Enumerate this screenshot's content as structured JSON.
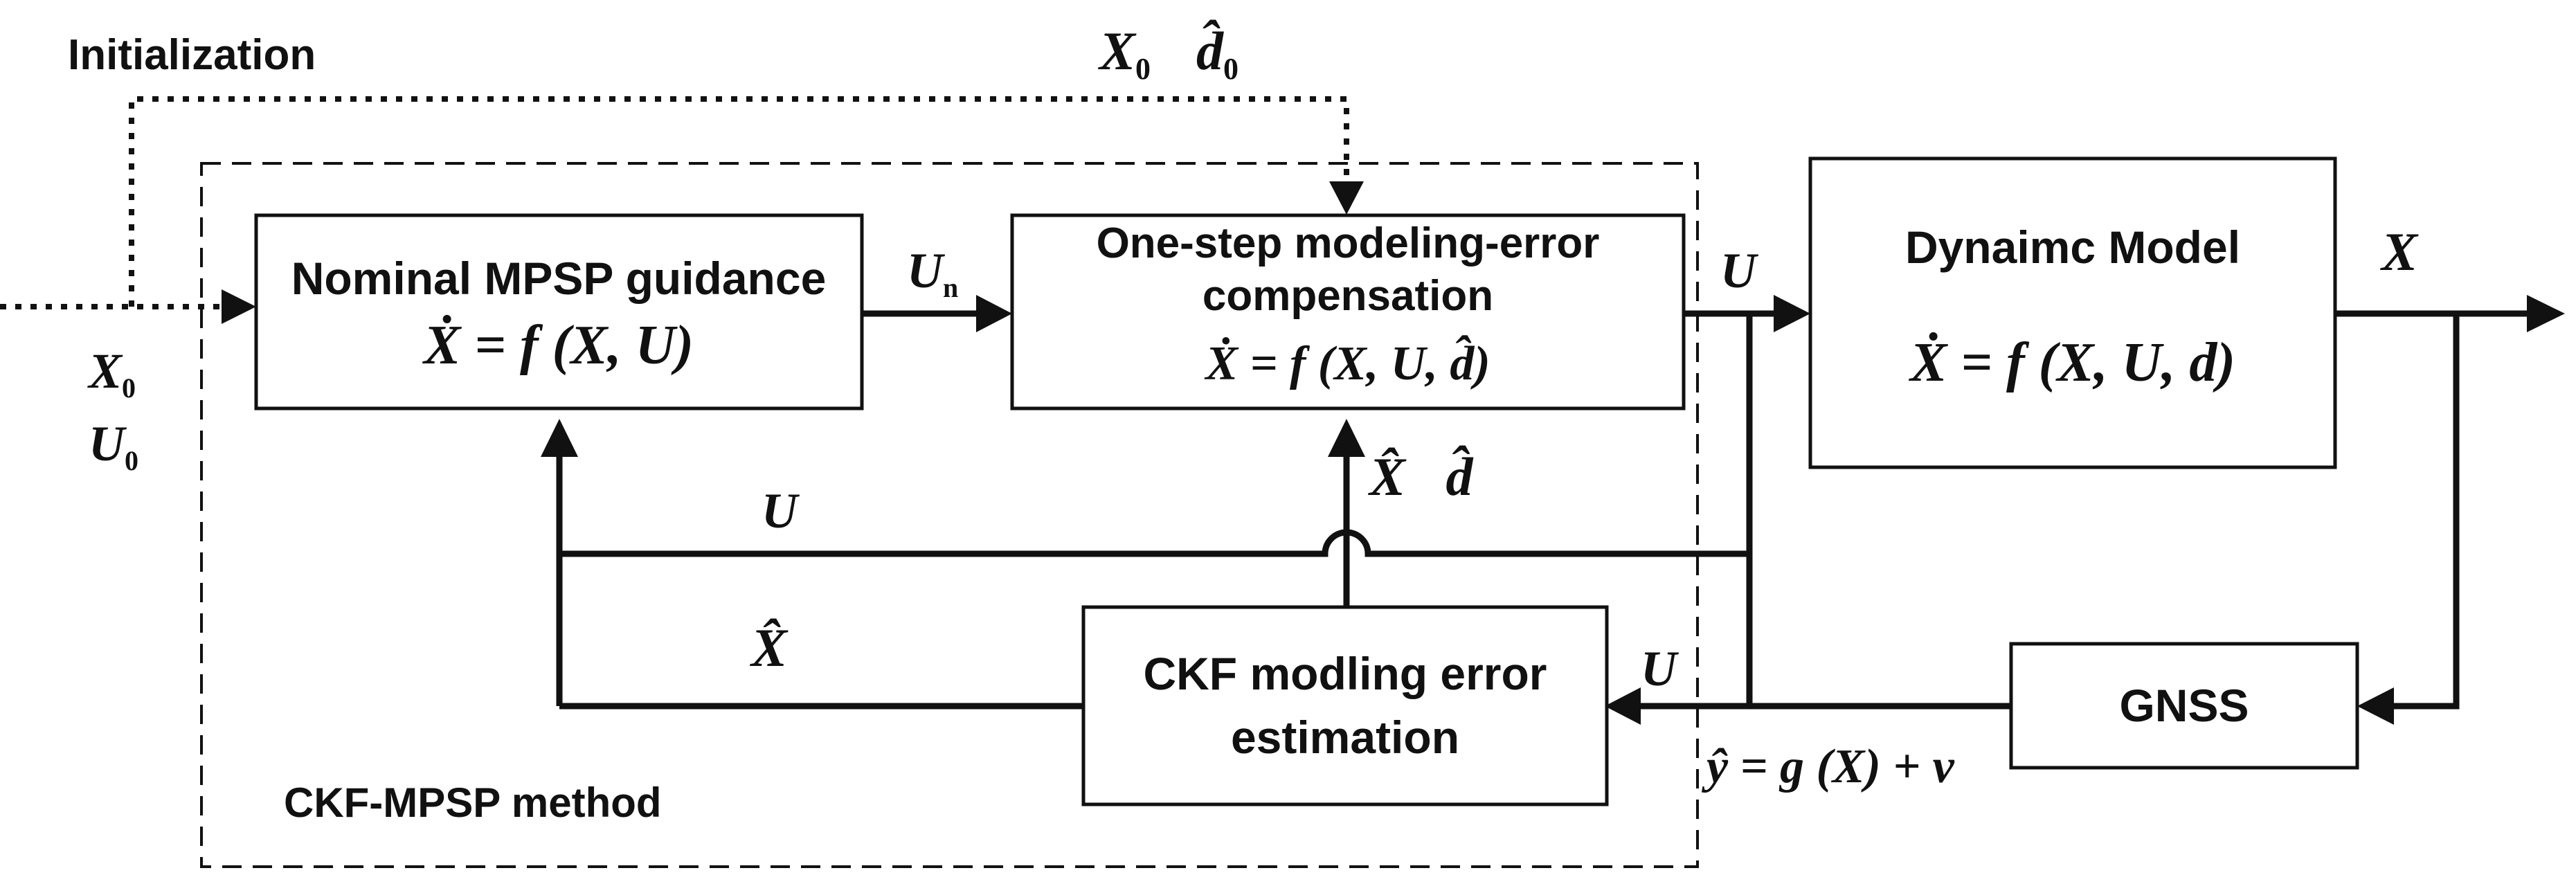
{
  "initialization_label": "Initialization",
  "method_label": "CKF-MPSP method",
  "blocks": {
    "nominal": {
      "title": "Nominal MPSP guidance",
      "equation": "Ẋ = f (X, U)"
    },
    "compensation": {
      "title_line1": "One-step modeling-error",
      "title_line2": "compensation",
      "equation": "Ẋ = f (X, U, d̂)"
    },
    "dynamic": {
      "title": "Dynaimc Model",
      "equation": "Ẋ = f (X, U, d)"
    },
    "ckf": {
      "title_line1": "CKF modling error",
      "title_line2": "estimation"
    },
    "gnss": {
      "title": "GNSS"
    }
  },
  "signals": {
    "x0_top": "X",
    "x0_top_sub": "0",
    "d0_top": "d̂",
    "d0_top_sub": "0",
    "x0_left": "X",
    "x0_left_sub": "0",
    "u0_left": "U",
    "u0_left_sub": "0",
    "un": "U",
    "un_sub": "n",
    "u_mid": "U",
    "x_out": "X",
    "xhat_dhat": "X̂   d̂",
    "u_feedback": "U",
    "xhat_feedback": "X̂",
    "u_ckf": "U",
    "measurement": "ŷ = g (X) + v"
  }
}
